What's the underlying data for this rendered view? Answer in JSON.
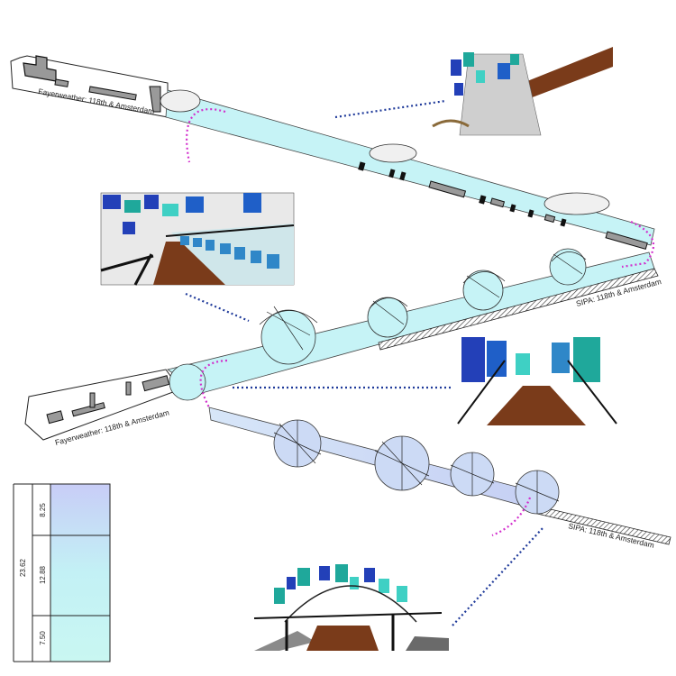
{
  "labels": {
    "fayerweather_top": "Fayerweather: 118th & Amsterdam",
    "fayerweather_mid": "Fayerweather: 118th & Amsterdam",
    "sipa_mid": "SIPA: 118th & Amsterdam",
    "sipa_bottom": "SIPA: 118th & Amsterdam"
  },
  "legend": {
    "total": "23.62",
    "segments": [
      "8.25",
      "12.88",
      "7.50"
    ]
  },
  "colors": {
    "corridor_cyan": "#c6f3f6",
    "corridor_blue": "#ccdaf5",
    "callout_magenta": "#d22fcd",
    "callout_navy": "#1f3a9a",
    "panel_teal": "#1fa89b",
    "panel_blue": "#2340b8",
    "floor_brown": "#7a3b1a"
  }
}
